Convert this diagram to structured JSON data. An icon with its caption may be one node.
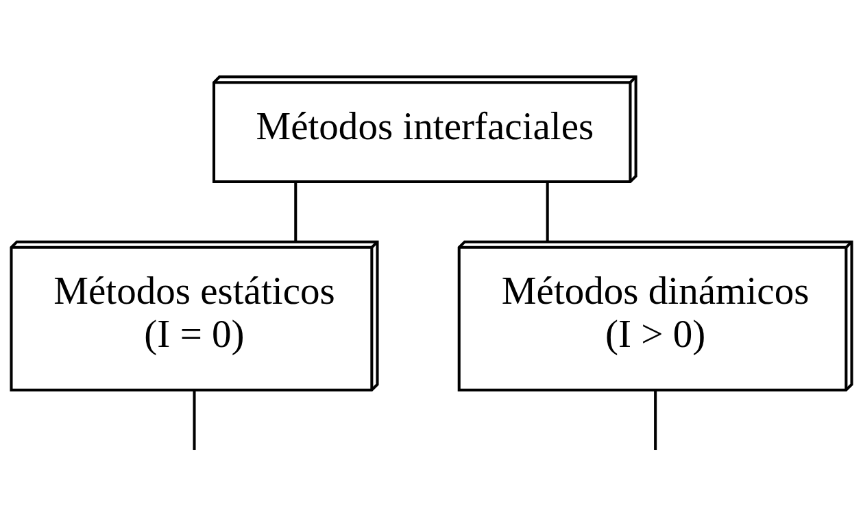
{
  "diagram": {
    "nodes": [
      {
        "text": [
          "Métodos interfaciales"
        ]
      },
      {
        "text": [
          "Métodos estáticos",
          "(I = 0)"
        ]
      },
      {
        "text": [
          "Métodos dinámicos",
          "(I > 0)"
        ]
      }
    ],
    "edges": [
      {
        "from": 0,
        "to": 1,
        "arrow": "none"
      },
      {
        "from": 0,
        "to": 2,
        "arrow": "none"
      },
      {
        "from": 1,
        "to": null,
        "arrow": "none"
      },
      {
        "from": 2,
        "to": null,
        "arrow": "none"
      }
    ]
  }
}
